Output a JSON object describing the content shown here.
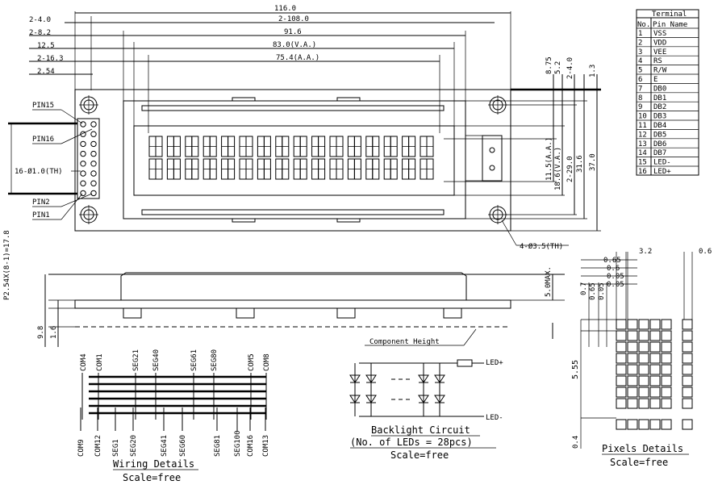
{
  "top_dims": {
    "d1": "116.0",
    "d2_label": "2-4.0",
    "d3": "2-108.0",
    "d4_label": "2-8.2",
    "d5": "91.6",
    "d6_label": "12.5",
    "d7": "83.0(V.A.)",
    "d8_label": "2-16.3",
    "d9": "75.4(A.A.)",
    "d10_label": "2.54"
  },
  "pin_labels": {
    "pin15": "PIN15",
    "pin16": "PIN16",
    "holes": "16-Ø1.0(TH)",
    "pin2": "PIN2",
    "pin1": "PIN1",
    "pitch": "P2.54X(8-1)=17.8"
  },
  "right_dims": {
    "r1": "8.75",
    "r2": "5.2",
    "r3": "2-4.0",
    "r4": "1.3",
    "r5": "11.5(A.A.)",
    "r6": "18.6(V.A.)",
    "r7": "2-29.0",
    "r8": "31.6",
    "r9": "37.0",
    "mount": "4-Ø3.5(TH)"
  },
  "side_dims": {
    "h1": "5.0MAX.",
    "h2": "9.8",
    "h3": "1.6",
    "component_height": "Component Height"
  },
  "terminal_table": {
    "title": "Terminal",
    "col_no": "No.",
    "col_name": "Pin Name",
    "rows": [
      {
        "no": "1",
        "name": "VSS"
      },
      {
        "no": "2",
        "name": "VDD"
      },
      {
        "no": "3",
        "name": "VEE"
      },
      {
        "no": "4",
        "name": "RS"
      },
      {
        "no": "5",
        "name": "R/W"
      },
      {
        "no": "6",
        "name": "E"
      },
      {
        "no": "7",
        "name": "DB0"
      },
      {
        "no": "8",
        "name": "DB1"
      },
      {
        "no": "9",
        "name": "DB2"
      },
      {
        "no": "10",
        "name": "DB3"
      },
      {
        "no": "11",
        "name": "DB4"
      },
      {
        "no": "12",
        "name": "DB5"
      },
      {
        "no": "13",
        "name": "DB6"
      },
      {
        "no": "14",
        "name": "DB7"
      },
      {
        "no": "15",
        "name": "LED-"
      },
      {
        "no": "16",
        "name": "LED+"
      }
    ]
  },
  "wiring": {
    "top": [
      "COM4",
      "COM1",
      "SEG21",
      "SEG40",
      "SEG61",
      "SEG80",
      "COM5",
      "COM8"
    ],
    "bottom": [
      "COM9",
      "COM12",
      "SEG1",
      "SEG20",
      "SEG41",
      "SEG60",
      "SEG81",
      "SEG100",
      "COM16",
      "COM13"
    ],
    "title": "Wiring Details",
    "scale": "Scale=free"
  },
  "backlight": {
    "led_plus": "LED+",
    "led_minus": "LED-",
    "title": "Backlight Circuit",
    "subtitle": "(No. of LEDs = 28pcs)",
    "scale": "Scale=free"
  },
  "pixels": {
    "p1": "3.2",
    "p2": "0.6",
    "p3": "0.65",
    "p4": "0.6",
    "p5": "0.05",
    "p6": "0.05",
    "p7": "0.7",
    "p8": "0.65",
    "p9": "0.05",
    "p10": "5.55",
    "p11": "0.4",
    "title": "Pixels Details",
    "scale": "Scale=free"
  }
}
